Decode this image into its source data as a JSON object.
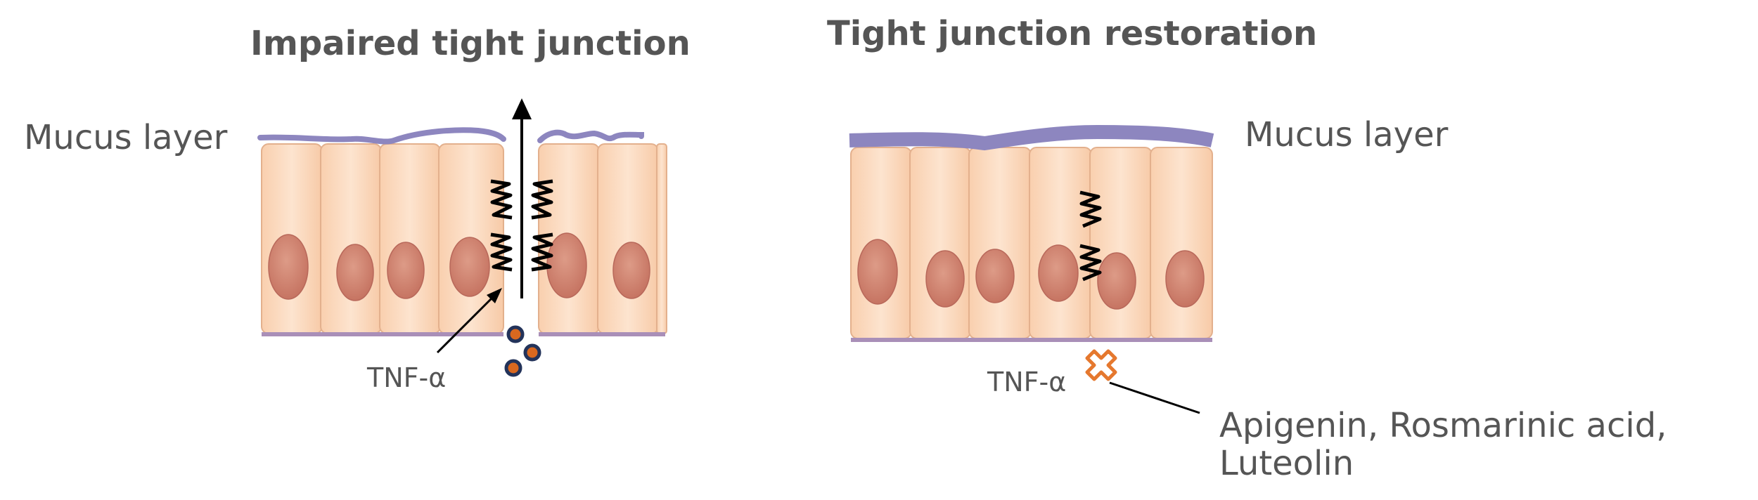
{
  "left_panel": {
    "title": "Impaired tight junction",
    "mucus_label": "Mucus layer",
    "tnf_label": "TNF-α"
  },
  "right_panel": {
    "title": "Tight junction restoration",
    "mucus_label": "Mucus layer",
    "tnf_label": "TNF-α",
    "compounds_line1": "Apigenin, Rosmarinic acid,",
    "compounds_line2": "Luteolin"
  },
  "colors": {
    "mucus": "#8d86bf",
    "cell_fill": "#fbd9bf",
    "cell_edge": "#e8b896",
    "nucleus": "#cf8572",
    "basal": "#a98fb8",
    "inhibitor": "#e5782e",
    "dot_fill": "#d9681f",
    "dot_ring": "#23335a"
  },
  "icons": [
    "tight-junction-zigzag-icon",
    "inhibitor-cross-icon",
    "tnf-alpha-molecule-icon"
  ]
}
